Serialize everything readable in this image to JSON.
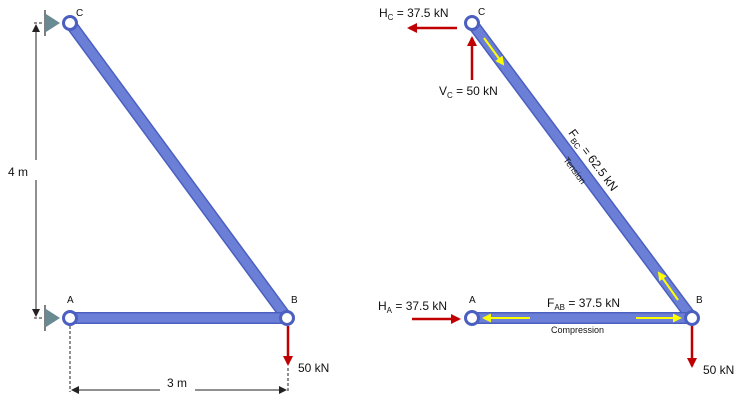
{
  "left_panel": {
    "nodes": {
      "a": "A",
      "b": "B",
      "c": "C"
    },
    "height_dim": "4 m",
    "width_dim": "3 m",
    "load": "50 kN"
  },
  "right_panel": {
    "nodes": {
      "a": "A",
      "b": "B",
      "c": "C"
    },
    "hc": {
      "main": "H",
      "sub": "C",
      "rest": " = 37.5 kN"
    },
    "vc": {
      "main": "V",
      "sub": "C",
      "rest": " = 50 kN"
    },
    "ha": {
      "main": "H",
      "sub": "A",
      "rest": " = 37.5 kN"
    },
    "fab": {
      "main": "F",
      "sub": "AB",
      "rest": " = 37.5 kN"
    },
    "fbc": {
      "main": "F",
      "sub": "BC",
      "rest": " = 62.5 kN"
    },
    "tension": "Tension",
    "compression": "Compression",
    "load": "50 kN"
  },
  "colors": {
    "member": "#6b7fd6",
    "member_edge": "#4b5fc0",
    "reaction_arrow": "#c00000",
    "force_arrow": "#ffff00",
    "support": "#6a8a93"
  }
}
